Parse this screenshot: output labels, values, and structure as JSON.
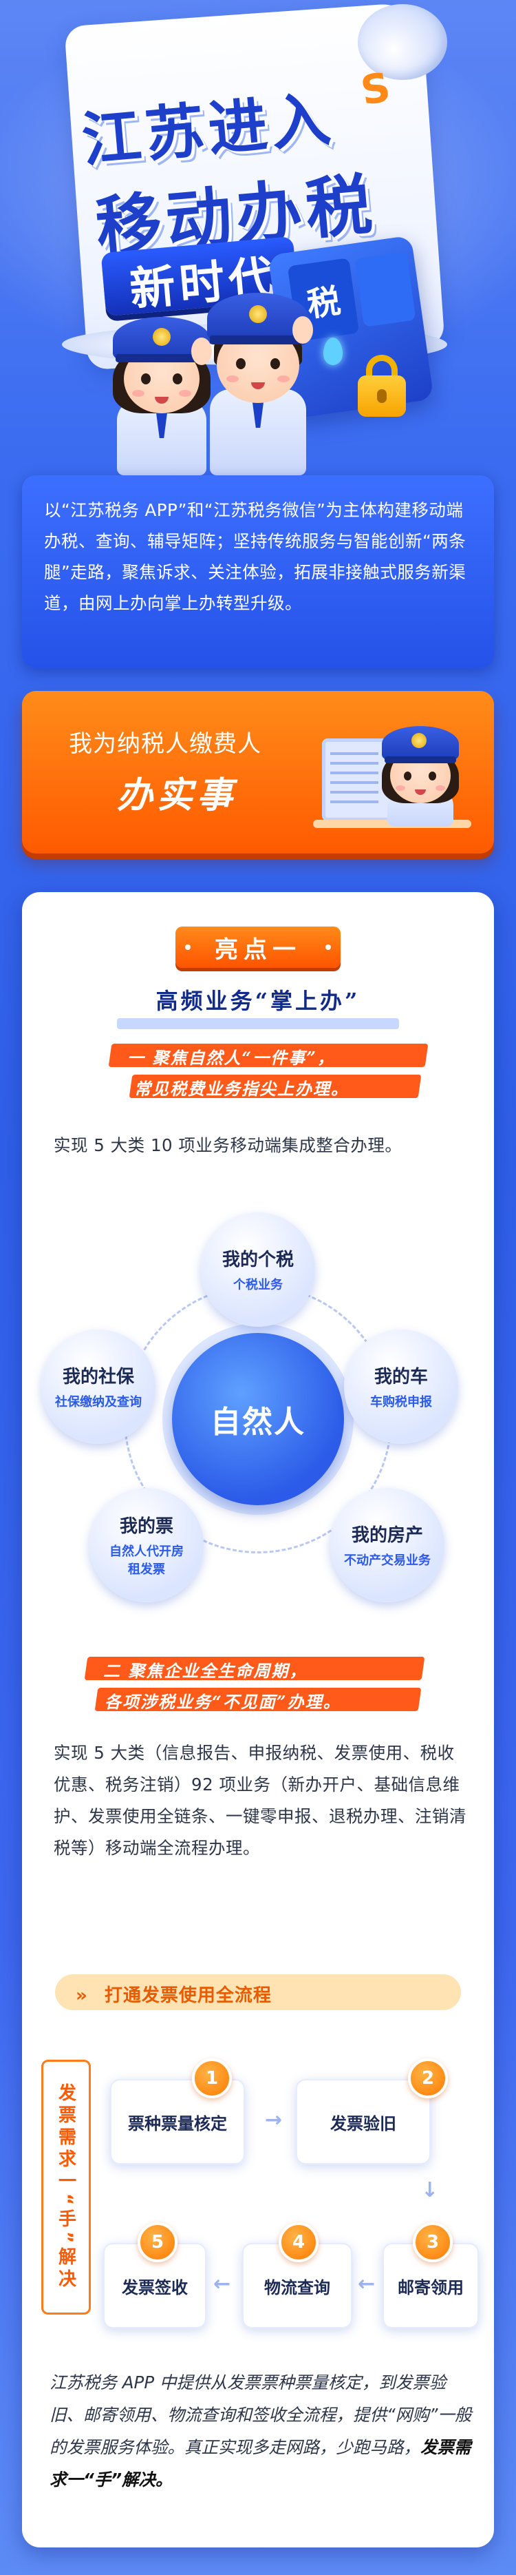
{
  "hero": {
    "title_line1": "江苏进入",
    "title_line2": "移动办税",
    "title_line3": "新时代",
    "phone_glyph": "税"
  },
  "intro": {
    "text": "以“江苏税务 APP”和“江苏税务微信”为主体构建移动端办税、查询、辅导矩阵；坚持传统服务与智能创新“两条腿”走路，聚焦诉求、关注体验，拓展非接触式服务新渠道，由网上办向掌上办转型升级。"
  },
  "banner": {
    "subtitle": "我为纳税人缴费人",
    "title": "办实事"
  },
  "highlight": {
    "badge": "亮点一",
    "section_title": "高频业务“掌上办”",
    "sub1_line1": "一 聚焦自然人“一件事”，",
    "sub1_line2": "常见税费业务指尖上办理。",
    "para1": "实现 5 大类 10 项业务移动端集成整合办理。",
    "center_label": "自然人",
    "nodes": [
      {
        "name": "我的个税",
        "desc": "个税业务"
      },
      {
        "name": "我的车",
        "desc": "车购税申报"
      },
      {
        "name": "我的房产",
        "desc": "不动产交易业务"
      },
      {
        "name": "我的票",
        "desc": "自然人代开房租发票"
      },
      {
        "name": "我的社保",
        "desc": "社保缴纳及查询"
      }
    ],
    "sub2_line1": "二 聚焦企业全生命周期，",
    "sub2_line2": "各项涉税业务“不见面”办理。",
    "para2": "实现 5 大类（信息报告、申报纳税、发票使用、税收优惠、税务注销）92 项业务（新办开户、基础信息维护、发票使用全链条、一键零申报、退税办理、注销清税等）移动端全流程办理。",
    "flow_tag": "打通发票使用全流程",
    "flow_tag_icon": "»",
    "side_label": "发票需求一“手”解决",
    "steps": [
      {
        "num": "1",
        "label": "票种票量核定"
      },
      {
        "num": "2",
        "label": "发票验旧"
      },
      {
        "num": "3",
        "label": "邮寄领用"
      },
      {
        "num": "4",
        "label": "物流查询"
      },
      {
        "num": "5",
        "label": "发票签收"
      }
    ],
    "para3_part1": "江苏税务 APP 中提供从发票票种票量核定，到发票验旧、邮寄领用、物流查询和签收全流程，提供“网购”一般的发票服务体验。真正实现多走网路，少跑马路，",
    "para3_bold": "发票需求一“手”解决。"
  },
  "colors": {
    "background_blue": "#2f5fe8",
    "accent_orange": "#ff5a00",
    "title_blue": "#1d3fc9"
  }
}
